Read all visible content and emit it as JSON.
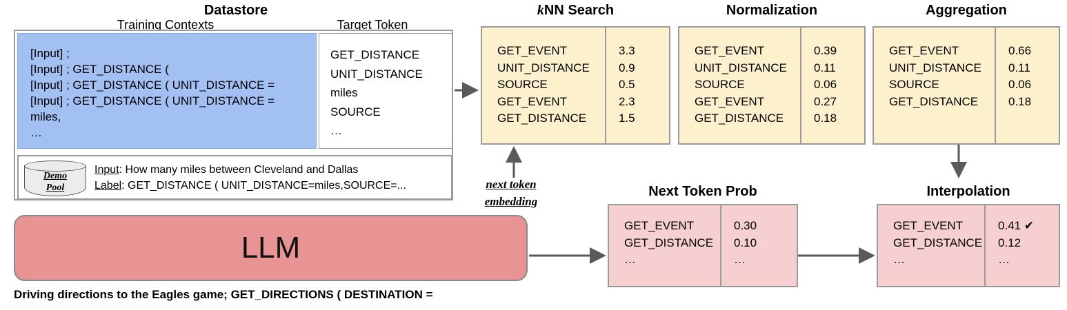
{
  "datastore": {
    "title": "Datastore",
    "col_headers": [
      "Training Contexts",
      "Target Token"
    ],
    "training_contexts": [
      "[Input] ;",
      "[Input] ; GET_DISTANCE (",
      "[Input] ; GET_DISTANCE ( UNIT_DISTANCE =",
      "[Input] ; GET_DISTANCE ( UNIT_DISTANCE =",
      "miles,",
      "…"
    ],
    "target_tokens": [
      "GET_DISTANCE",
      "UNIT_DISTANCE",
      "miles",
      "SOURCE",
      "…"
    ],
    "demo_pool": {
      "label_line1": "Demo",
      "label_line2": "Pool",
      "input_key": "Input",
      "input_value": ":  How many miles between Cleveland and Dallas",
      "label_key": "Label",
      "label_value": ": GET_DISTANCE ( UNIT_DISTANCE=miles,SOURCE=..."
    }
  },
  "knn_search": {
    "title": "kNN Search",
    "title_italic_prefix": "k",
    "title_rest": "NN Search",
    "tokens": [
      "GET_EVENT",
      "UNIT_DISTANCE",
      "SOURCE",
      "GET_EVENT",
      "GET_DISTANCE"
    ],
    "values": [
      "3.3",
      "0.9",
      "0.5",
      "2.3",
      "1.5"
    ]
  },
  "normalization": {
    "title": "Normalization",
    "tokens": [
      "GET_EVENT",
      "UNIT_DISTANCE",
      "SOURCE",
      "GET_EVENT",
      "GET_DISTANCE"
    ],
    "values": [
      "0.39",
      "0.11",
      "0.06",
      "0.27",
      "0.18"
    ]
  },
  "aggregation": {
    "title": "Aggregation",
    "tokens": [
      "GET_EVENT",
      "UNIT_DISTANCE",
      "SOURCE",
      "GET_DISTANCE"
    ],
    "values": [
      "0.66",
      "0.11",
      "0.06",
      "0.18"
    ]
  },
  "next_token_prob": {
    "title": "Next Token Prob",
    "tokens": [
      "GET_EVENT",
      "GET_DISTANCE",
      "…"
    ],
    "values": [
      "0.30",
      "0.10",
      "…"
    ]
  },
  "interpolation": {
    "title": "Interpolation",
    "tokens": [
      "GET_EVENT",
      "GET_DISTANCE",
      "…"
    ],
    "values": [
      "0.41 ✔",
      "0.12",
      "…"
    ]
  },
  "llm": {
    "label": "LLM"
  },
  "next_token_embedding": {
    "line1": "next token",
    "line2": "embedding"
  },
  "bottom_caption": "Driving directions to the Eagles game; GET_DIRECTIONS ( DESTINATION =",
  "colors": {
    "context_blue": "#a3c0f2",
    "table_yellow": "#fdf1cd",
    "table_pink": "#f6cfd0",
    "llm_red": "#e89494",
    "border_gray": "#9a9a9a",
    "arrow_gray": "#5a5a5a"
  }
}
